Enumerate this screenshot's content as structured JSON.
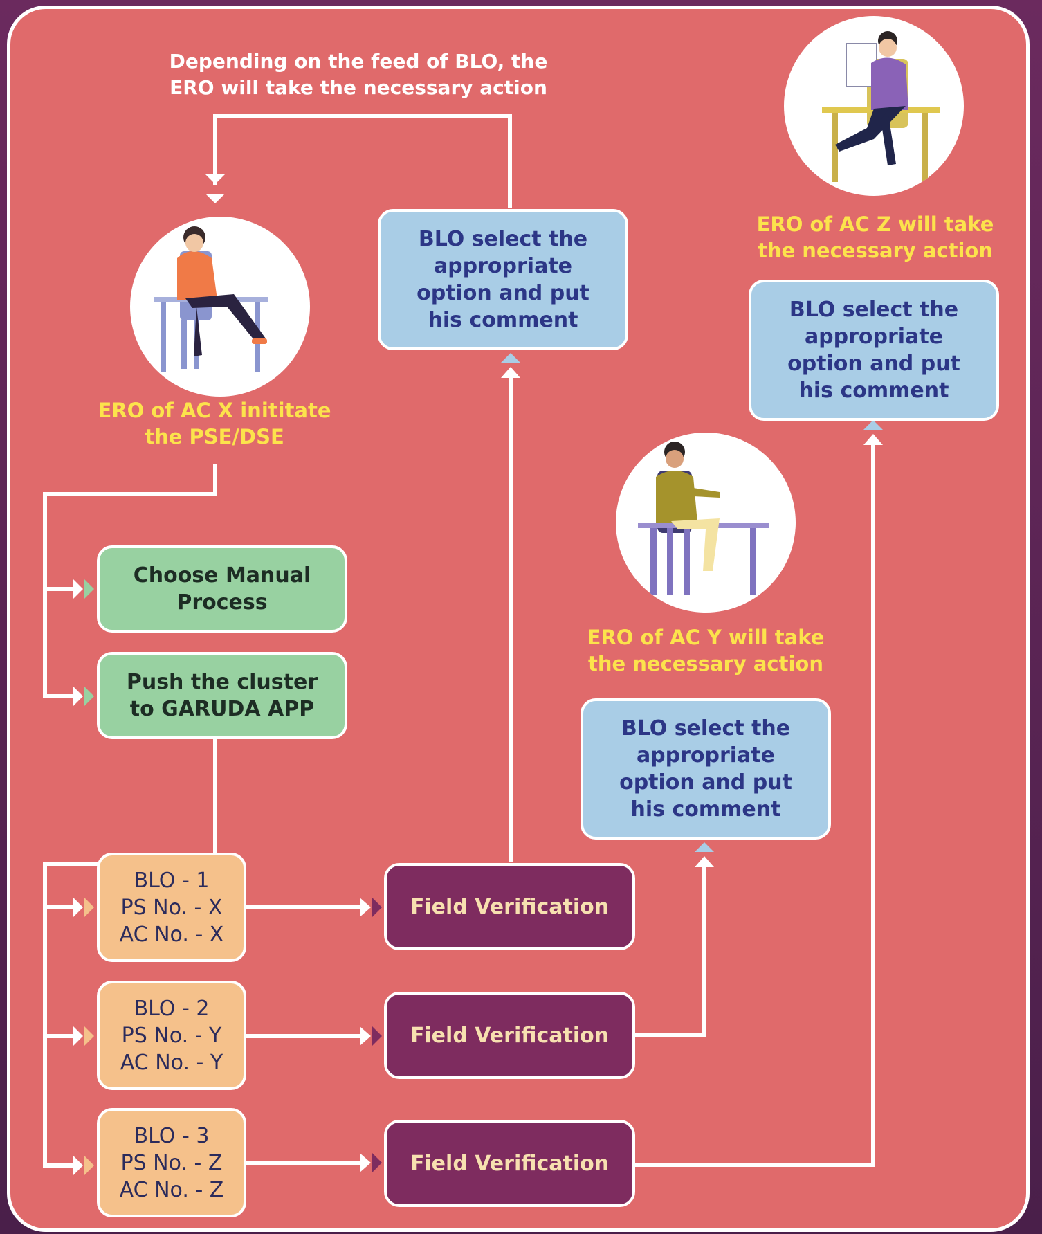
{
  "captions": {
    "feedback_note": "Depending on the feed of BLO, the\nERO will take the necessary action",
    "ero_x": "ERO of AC X inititate\nthe PSE/DSE",
    "ero_y": "ERO of AC Y will take\nthe necessary action",
    "ero_z": "ERO of AC Z will take\nthe necessary action"
  },
  "process_options": {
    "manual": "Choose Manual\nProcess",
    "garuda": "Push the cluster\nto GARUDA APP"
  },
  "blo_units": [
    {
      "text": "BLO - 1\nPS No. - X\nAC No. - X"
    },
    {
      "text": "BLO - 2\nPS No. - Y\nAC No. - Y"
    },
    {
      "text": "BLO - 3\nPS No. - Z\nAC No. - Z"
    }
  ],
  "field_verification": [
    "Field Verification",
    "Field Verification",
    "Field Verification"
  ],
  "blo_comment": "BLO select the\nappropriate\noption and put\nhis comment",
  "colors": {
    "panel": "#e06a6b",
    "blo_comment_box": "#a9cde6",
    "process_box": "#98d1a1",
    "blo_unit_box": "#f5c18b",
    "field_verification_box": "#7e2c5f",
    "caption_yellow": "#fce34c"
  },
  "icons": [
    "ero-x-avatar-icon",
    "ero-y-avatar-icon",
    "ero-z-avatar-icon"
  ]
}
